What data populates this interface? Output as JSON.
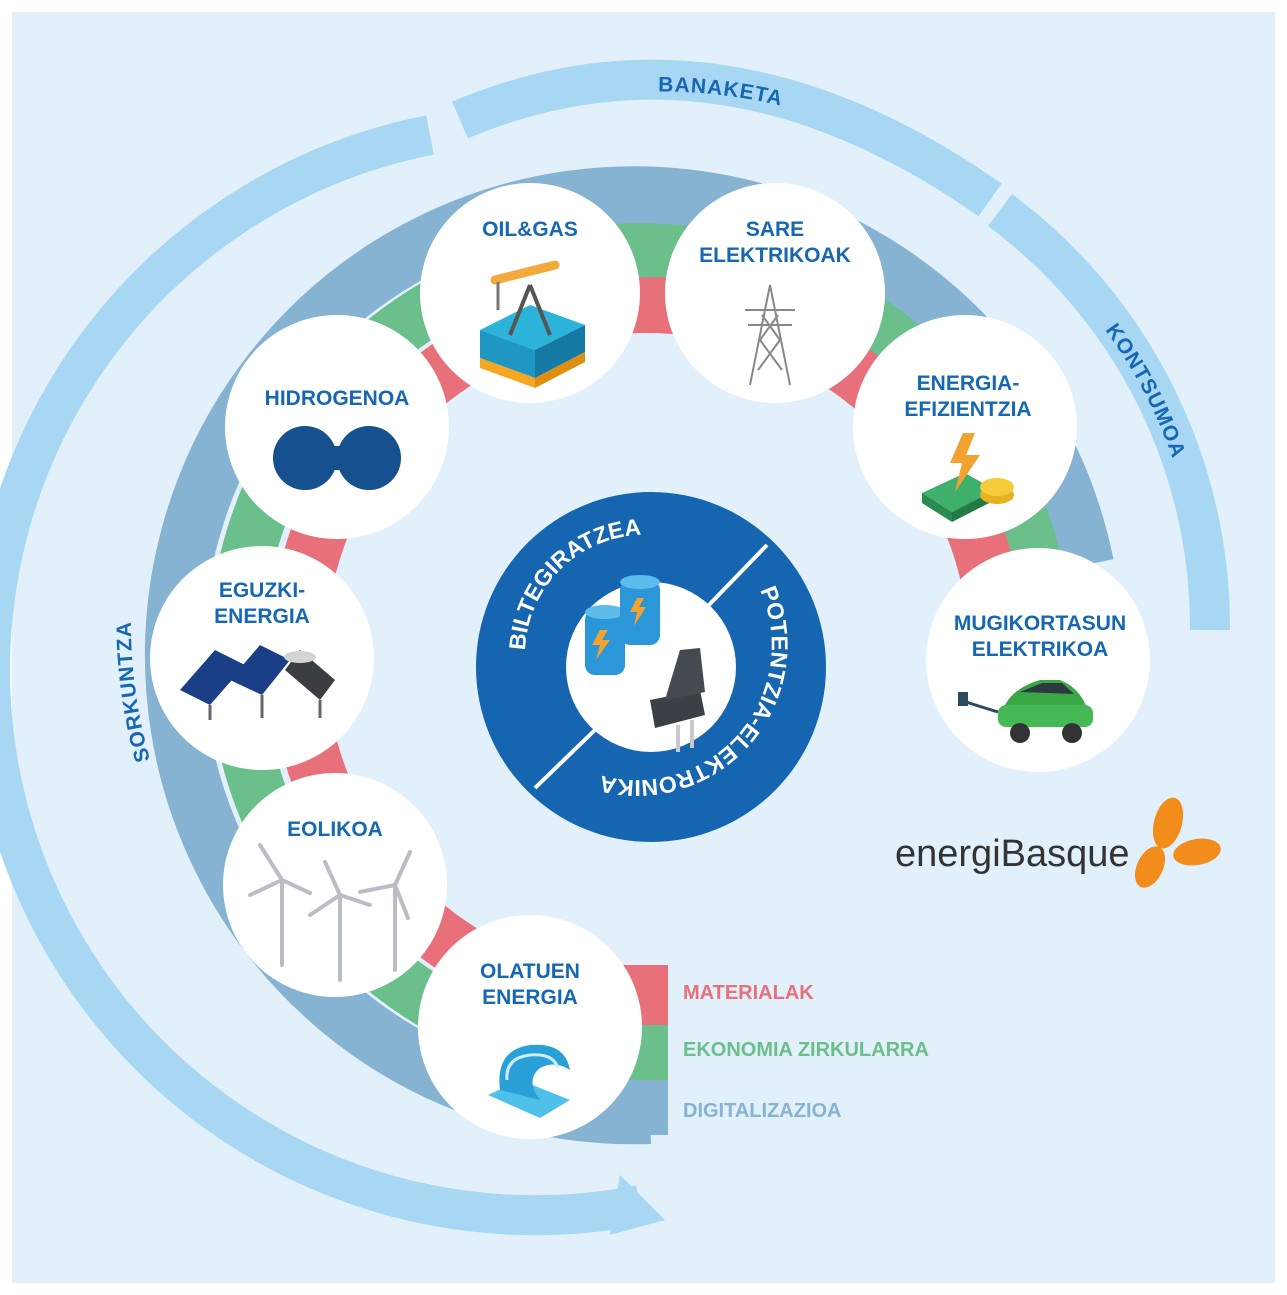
{
  "arcs": {
    "sorkuntza": "SORKUNTZA",
    "banaketa": "BANAKETA",
    "kontsumoa": "KONTSUMOA"
  },
  "nodes": [
    {
      "key": "oil-gas",
      "lines": [
        "OIL&GAS"
      ],
      "icon": "oil-pump-icon"
    },
    {
      "key": "sare",
      "lines": [
        "SARE",
        "ELEKTRIKOAK"
      ],
      "icon": "power-tower-icon"
    },
    {
      "key": "hidrogenoa",
      "lines": [
        "HIDROGENOA"
      ],
      "icon": "hydrogen-molecule-icon"
    },
    {
      "key": "efizientzia",
      "lines": [
        "ENERGIA-",
        "EFIZIENTZIA"
      ],
      "icon": "lightning-coins-icon"
    },
    {
      "key": "eguzki",
      "lines": [
        "EGUZKI-",
        "ENERGIA"
      ],
      "icon": "solar-panels-icon"
    },
    {
      "key": "mugikortasun",
      "lines": [
        "MUGIKORTASUN",
        "ELEKTRIKOA"
      ],
      "icon": "electric-car-icon"
    },
    {
      "key": "eolikoa",
      "lines": [
        "EOLIKOA"
      ],
      "icon": "wind-turbines-icon"
    },
    {
      "key": "olatuen",
      "lines": [
        "OLATUEN",
        "ENERGIA"
      ],
      "icon": "wave-icon"
    }
  ],
  "center": {
    "biltegiratzea": "BILTEGIRATZEA",
    "potentzia": "POTENTZIA-ELEKTRONIKA"
  },
  "legend": [
    {
      "label": "MATERIALAK",
      "color": "#e8707a"
    },
    {
      "label": "EKONOMIA ZIRKULARRA",
      "color": "#6bbf8b"
    },
    {
      "label": "DIGITALIZAZIOA",
      "color": "#86b3d1"
    }
  ],
  "logo": {
    "text": "energiBasque",
    "icon": "petals-logo-icon"
  },
  "colors": {
    "background": "#e1f0fb",
    "arc": "#a8d7f4",
    "text_blue": "#1668b3",
    "center_blue": "#1565b0",
    "materialak": "#e8707a",
    "ekonomia": "#6bbf8b",
    "digitalizazioa": "#86b3d1"
  }
}
